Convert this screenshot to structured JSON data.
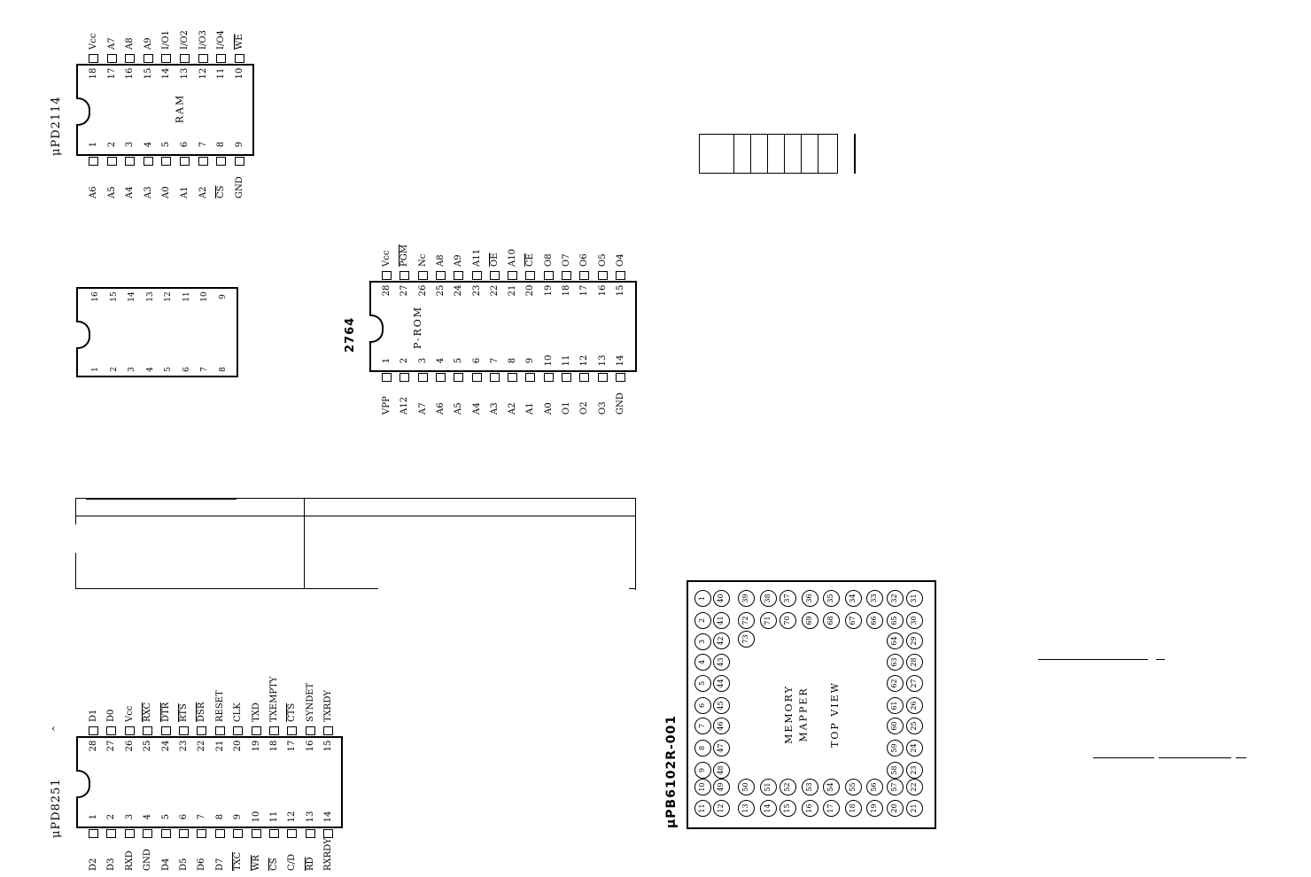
{
  "chip_2114": {
    "part": "μPD2114",
    "body_label": "RAM",
    "top_pins": [
      {
        "num": "18",
        "sig": "Vcc"
      },
      {
        "num": "17",
        "sig": "A7"
      },
      {
        "num": "16",
        "sig": "A8"
      },
      {
        "num": "15",
        "sig": "A9"
      },
      {
        "num": "14",
        "sig": "I/O1"
      },
      {
        "num": "13",
        "sig": "I/O2"
      },
      {
        "num": "12",
        "sig": "I/O3"
      },
      {
        "num": "11",
        "sig": "I/O4"
      },
      {
        "num": "10",
        "sig": "WE"
      }
    ],
    "bottom_pins": [
      {
        "num": "1",
        "sig": "A6"
      },
      {
        "num": "2",
        "sig": "A5"
      },
      {
        "num": "3",
        "sig": "A4"
      },
      {
        "num": "4",
        "sig": "A3"
      },
      {
        "num": "5",
        "sig": "A0"
      },
      {
        "num": "6",
        "sig": "A1"
      },
      {
        "num": "7",
        "sig": "A2"
      },
      {
        "num": "8",
        "sig": "CS"
      },
      {
        "num": "9",
        "sig": "GND"
      }
    ]
  },
  "chip_16": {
    "top_nums": [
      "16",
      "15",
      "14",
      "13",
      "12",
      "11",
      "10",
      "9"
    ],
    "bottom_nums": [
      "1",
      "2",
      "3",
      "4",
      "5",
      "6",
      "7",
      "8"
    ]
  },
  "chip_2764": {
    "part": "2764",
    "body_label": "P-ROM",
    "top_pins": [
      {
        "num": "28",
        "sig": "Vcc"
      },
      {
        "num": "27",
        "sig": "PGM"
      },
      {
        "num": "26",
        "sig": "Nc"
      },
      {
        "num": "25",
        "sig": "A8"
      },
      {
        "num": "24",
        "sig": "A9"
      },
      {
        "num": "23",
        "sig": "A11"
      },
      {
        "num": "22",
        "sig": "OE"
      },
      {
        "num": "21",
        "sig": "A10"
      },
      {
        "num": "20",
        "sig": "CE"
      },
      {
        "num": "19",
        "sig": "O8"
      },
      {
        "num": "18",
        "sig": "O7"
      },
      {
        "num": "17",
        "sig": "O6"
      },
      {
        "num": "16",
        "sig": "O5"
      },
      {
        "num": "15",
        "sig": "O4"
      }
    ],
    "bottom_pins": [
      {
        "num": "1",
        "sig": "VPP"
      },
      {
        "num": "2",
        "sig": "A12"
      },
      {
        "num": "3",
        "sig": "A7"
      },
      {
        "num": "4",
        "sig": "A6"
      },
      {
        "num": "5",
        "sig": "A5"
      },
      {
        "num": "6",
        "sig": "A4"
      },
      {
        "num": "7",
        "sig": "A3"
      },
      {
        "num": "8",
        "sig": "A2"
      },
      {
        "num": "9",
        "sig": "A1"
      },
      {
        "num": "10",
        "sig": "A0"
      },
      {
        "num": "11",
        "sig": "O1"
      },
      {
        "num": "12",
        "sig": "O2"
      },
      {
        "num": "13",
        "sig": "O3"
      },
      {
        "num": "14",
        "sig": "GND"
      }
    ]
  },
  "chip_8251": {
    "part": "μPD8251",
    "top_pins": [
      {
        "num": "28",
        "sig": "D1"
      },
      {
        "num": "27",
        "sig": "D0"
      },
      {
        "num": "26",
        "sig": "Vcc"
      },
      {
        "num": "25",
        "sig": "RXC"
      },
      {
        "num": "24",
        "sig": "DTR"
      },
      {
        "num": "23",
        "sig": "RTS"
      },
      {
        "num": "22",
        "sig": "DSR"
      },
      {
        "num": "21",
        "sig": "RESET"
      },
      {
        "num": "20",
        "sig": "CLK"
      },
      {
        "num": "19",
        "sig": "TXD"
      },
      {
        "num": "18",
        "sig": "TXEMPTY"
      },
      {
        "num": "17",
        "sig": "CTS"
      },
      {
        "num": "16",
        "sig": "SYNDET"
      },
      {
        "num": "15",
        "sig": "TXRDY"
      }
    ],
    "bottom_pins": [
      {
        "num": "1",
        "sig": "D2"
      },
      {
        "num": "2",
        "sig": "D3"
      },
      {
        "num": "3",
        "sig": "RXD"
      },
      {
        "num": "4",
        "sig": "GND"
      },
      {
        "num": "5",
        "sig": "D4"
      },
      {
        "num": "6",
        "sig": "D5"
      },
      {
        "num": "7",
        "sig": "D6"
      },
      {
        "num": "8",
        "sig": "D7"
      },
      {
        "num": "9",
        "sig": "TXC"
      },
      {
        "num": "10",
        "sig": "WR"
      },
      {
        "num": "11",
        "sig": "CS"
      },
      {
        "num": "12",
        "sig": "C/D"
      },
      {
        "num": "13",
        "sig": "RD"
      },
      {
        "num": "14",
        "sig": "RXRDY"
      }
    ]
  },
  "pga": {
    "part": "μPB6102R-001",
    "label_1": "MEMORY",
    "label_2": "MAPPER",
    "label_3": "TOP VIEW",
    "stray_mark": "‹"
  }
}
